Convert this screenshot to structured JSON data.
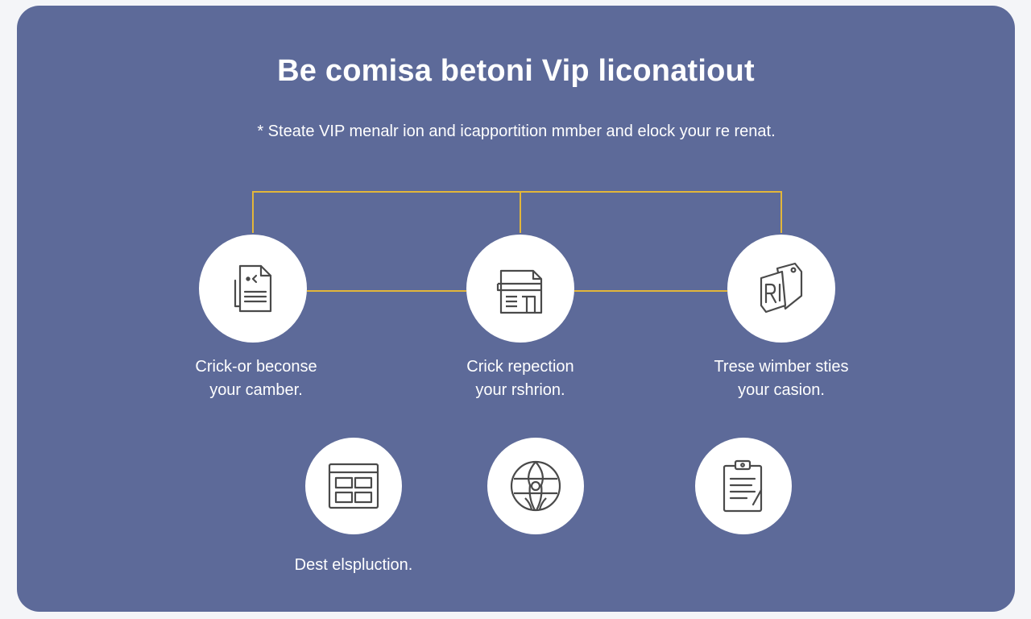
{
  "title": "Be comisa betoni Vip liconatiout",
  "subtitle": "* Steate VIP menalr ion and icapportition mmber and elock your re renat.",
  "colors": {
    "card_bg": "#5d6a99",
    "connector": "#e2b63a",
    "node_bg": "#ffffff",
    "icon_stroke": "#4a4a4a"
  },
  "steps": [
    {
      "icon": "document-code-icon",
      "label_line1": "Crick-or beconse",
      "label_line2": "your camber."
    },
    {
      "icon": "building-icon",
      "label_line1": "Crick repection",
      "label_line2": "your rshrion."
    },
    {
      "icon": "ri-badge-icon",
      "label_line1": "Trese wimber sties",
      "label_line2": "your casion."
    }
  ],
  "bottom_items": [
    {
      "icon": "grid-window-icon",
      "label": "Dest elspluction."
    },
    {
      "icon": "globe-icon"
    },
    {
      "icon": "clipboard-icon"
    }
  ]
}
